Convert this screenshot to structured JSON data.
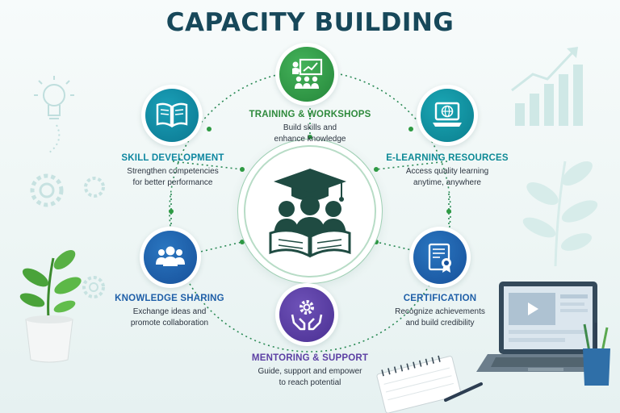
{
  "title": "CAPACITY BUILDING",
  "colors": {
    "title": "#17485a",
    "green": "#2e9a43",
    "teal": "#0e8aa0",
    "blue": "#1f5fa8",
    "purple": "#5b3fa3",
    "dotted_line": "#2a8a55",
    "center_dark": "#1f4b42"
  },
  "center": {
    "icon": "graduation-group-book-icon"
  },
  "nodes": {
    "training": {
      "title": "TRAINING & WORKSHOPS",
      "desc": [
        "Build skills and",
        "enhance knowledge"
      ],
      "icon": "presentation-board-icon"
    },
    "skill": {
      "title": "SKILL DEVELOPMENT",
      "desc": [
        "Strengthen competencies",
        "for better performance"
      ],
      "icon": "open-book-icon"
    },
    "elearning": {
      "title": "E-LEARNING RESOURCES",
      "desc": [
        "Access quality learning",
        "anytime, anywhere"
      ],
      "icon": "laptop-globe-icon"
    },
    "knowledge": {
      "title": "KNOWLEDGE SHARING",
      "desc": [
        "Exchange ideas and",
        "promote collaboration"
      ],
      "icon": "people-group-icon"
    },
    "certification": {
      "title": "CERTIFICATION",
      "desc": [
        "Recognize achievements",
        "and build credibility"
      ],
      "icon": "certificate-icon"
    },
    "mentoring": {
      "title": "MENTORING & SUPPORT",
      "desc": [
        "Guide, support and empower",
        "to reach potential"
      ],
      "icon": "hands-gear-icon"
    }
  }
}
